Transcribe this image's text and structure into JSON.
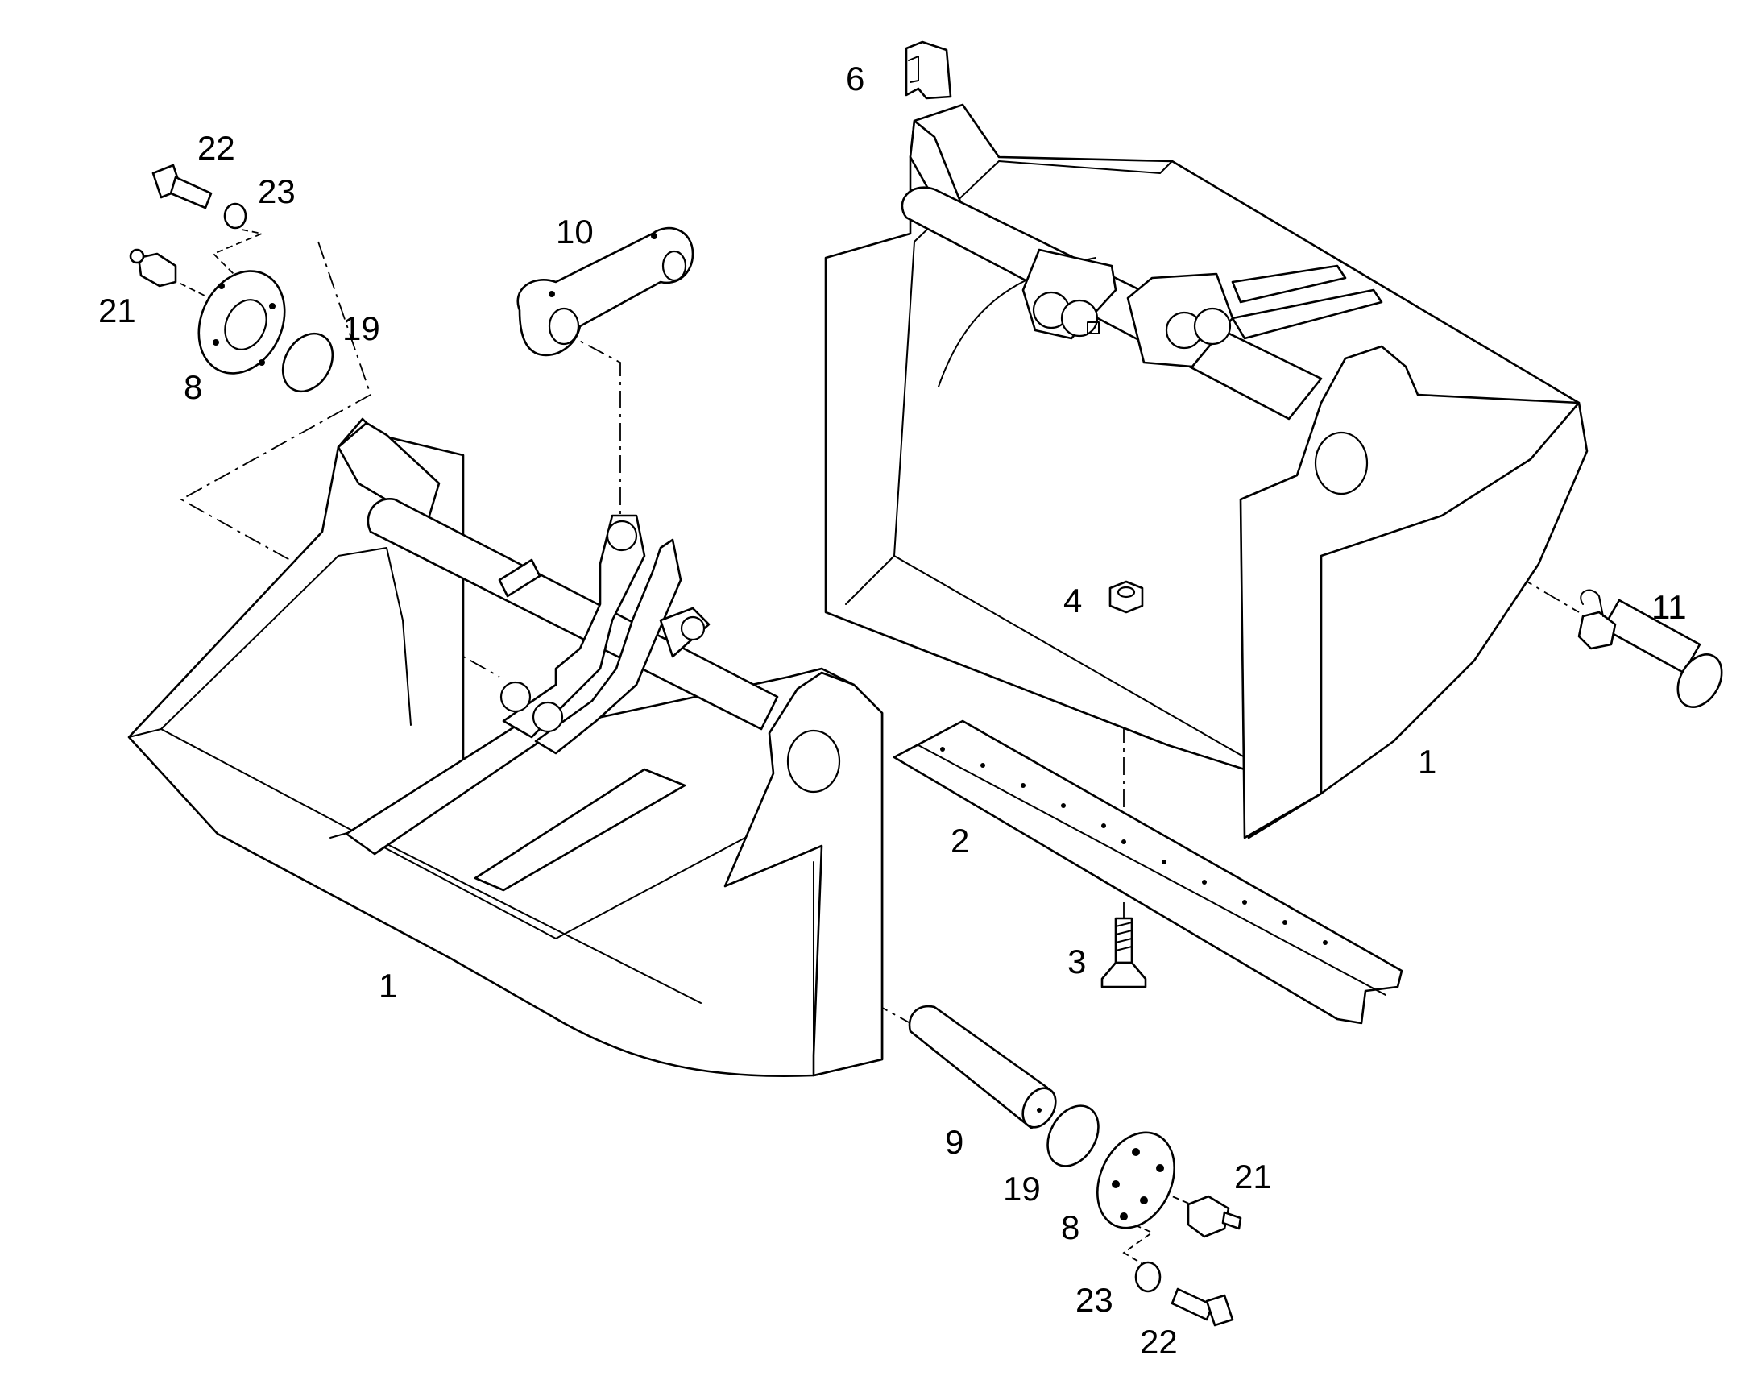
{
  "callouts": {
    "c1": "1",
    "c2": "2",
    "c3": "3",
    "c4": "4",
    "c6": "6",
    "c8": "8",
    "c9": "9",
    "c10": "10",
    "c11": "11",
    "c19": "19",
    "c21": "21",
    "c22": "22",
    "c23": "23"
  },
  "colors": {
    "line": "#000000",
    "background": "#ffffff"
  }
}
